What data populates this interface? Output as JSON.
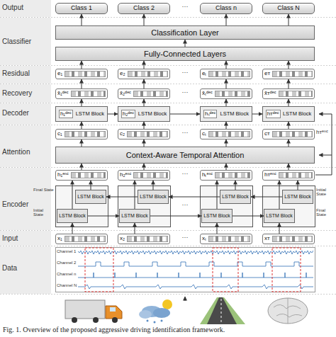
{
  "diagram": {
    "caption": "Fig. 1. Overview of the proposed aggressive driving identification framework.",
    "nodes": [
      {
        "text": [
          "Class 1"
        ]
      },
      {
        "text": [
          "Class 2"
        ]
      },
      {
        "text": [
          "Class n"
        ]
      },
      {
        "text": [
          "Class N"
        ]
      },
      {
        "text": [
          "Classification Layer"
        ]
      },
      {
        "text": [
          "Fully-Connected Layers"
        ]
      },
      {
        "text": [
          "e₁"
        ]
      },
      {
        "text": [
          "e₂"
        ]
      },
      {
        "text": [
          "eₜ"
        ]
      },
      {
        "text": [
          "eᴛ"
        ]
      },
      {
        "text": [
          "x̂₁ᵈᵉᶜ"
        ]
      },
      {
        "text": [
          "x̂₂ᵈᵉᶜ"
        ]
      },
      {
        "text": [
          "x̂ₜᵈᵉᶜ"
        ]
      },
      {
        "text": [
          "x̂ᴛᵈᵉᶜ"
        ]
      },
      {
        "text": [
          "h₁ᵈᵉᶜ",
          "LSTM Block"
        ]
      },
      {
        "text": [
          "h₂ᵈᵉᶜ",
          "LSTM Block"
        ]
      },
      {
        "text": [
          "hₜᵈᵉᶜ",
          "LSTM Block"
        ]
      },
      {
        "text": [
          "hᴛᵈᵉᶜ",
          "LSTM Block"
        ]
      },
      {
        "text": [
          "c₁"
        ]
      },
      {
        "text": [
          "c₂"
        ]
      },
      {
        "text": [
          "cₜ"
        ]
      },
      {
        "text": [
          "cᴛ"
        ]
      },
      {
        "text": [
          "Context-Aware Temporal Attention"
        ]
      },
      {
        "text": [
          "h₁ᵉⁿᶜ"
        ]
      },
      {
        "text": [
          "h₂ᵉⁿᶜ"
        ]
      },
      {
        "text": [
          "hₜᵉⁿᶜ"
        ]
      },
      {
        "text": [
          "hᴛᵉⁿᶜ"
        ]
      },
      {
        "text": [
          "LSTM Block"
        ]
      },
      {
        "text": [
          "LSTM Block"
        ]
      },
      {
        "text": [
          "LSTM Block"
        ]
      },
      {
        "text": [
          "LSTM Block"
        ]
      },
      {
        "text": [
          "LSTM Block"
        ]
      },
      {
        "text": [
          "LSTM Block"
        ]
      },
      {
        "text": [
          "LSTM Block"
        ]
      },
      {
        "text": [
          "LSTM Block"
        ]
      },
      {
        "text": [
          "x₁"
        ]
      },
      {
        "text": [
          "x₂"
        ]
      },
      {
        "text": [
          "xₜ"
        ]
      },
      {
        "text": [
          "xᴛ"
        ]
      }
    ],
    "edges": [
      {
        "from": 4,
        "to": 0,
        "arrow": "to"
      },
      {
        "from": 4,
        "to": 1,
        "arrow": "to"
      },
      {
        "from": 4,
        "to": 2,
        "arrow": "to"
      },
      {
        "from": 4,
        "to": 3,
        "arrow": "to"
      },
      {
        "from": 5,
        "to": 4,
        "arrow": "to"
      },
      {
        "from": 6,
        "to": 5,
        "arrow": "to"
      },
      {
        "from": 7,
        "to": 5,
        "arrow": "to"
      },
      {
        "from": 8,
        "to": 5,
        "arrow": "to"
      },
      {
        "from": 9,
        "to": 5,
        "arrow": "to"
      },
      {
        "from": 10,
        "to": 6,
        "arrow": "to"
      },
      {
        "from": 11,
        "to": 7,
        "arrow": "to"
      },
      {
        "from": 12,
        "to": 8,
        "arrow": "to"
      },
      {
        "from": 13,
        "to": 9,
        "arrow": "to"
      },
      {
        "from": 14,
        "to": 10,
        "arrow": "to"
      },
      {
        "from": 15,
        "to": 11,
        "arrow": "to"
      },
      {
        "from": 16,
        "to": 12,
        "arrow": "to"
      },
      {
        "from": 17,
        "to": 13,
        "arrow": "to"
      },
      {
        "from": 14,
        "to": 15,
        "arrow": "to"
      },
      {
        "from": 15,
        "to": 16,
        "arrow": "to"
      },
      {
        "from": 16,
        "to": 17,
        "arrow": "to"
      },
      {
        "from": 18,
        "to": 14,
        "arrow": "to"
      },
      {
        "from": 19,
        "to": 15,
        "arrow": "to"
      },
      {
        "from": 20,
        "to": 16,
        "arrow": "to"
      },
      {
        "from": 21,
        "to": 17,
        "arrow": "to"
      },
      {
        "from": 22,
        "to": 18,
        "arrow": "to"
      },
      {
        "from": 22,
        "to": 19,
        "arrow": "to"
      },
      {
        "from": 22,
        "to": 20,
        "arrow": "to"
      },
      {
        "from": 22,
        "to": 21,
        "arrow": "to"
      },
      {
        "from": 23,
        "to": 22,
        "arrow": "to"
      },
      {
        "from": 24,
        "to": 22,
        "arrow": "to"
      },
      {
        "from": 25,
        "to": 22,
        "arrow": "to"
      },
      {
        "from": 26,
        "to": 22,
        "arrow": "to"
      },
      {
        "from": 27,
        "to": 23,
        "arrow": "to"
      },
      {
        "from": 28,
        "to": 24,
        "arrow": "to"
      },
      {
        "from": 29,
        "to": 25,
        "arrow": "to"
      },
      {
        "from": 30,
        "to": 26,
        "arrow": "to"
      },
      {
        "from": 31,
        "to": 23,
        "arrow": "to"
      },
      {
        "from": 32,
        "to": 24,
        "arrow": "to"
      },
      {
        "from": 33,
        "to": 25,
        "arrow": "to"
      },
      {
        "from": 34,
        "to": 26,
        "arrow": "to"
      },
      {
        "from": 31,
        "to": 32,
        "arrow": "to"
      },
      {
        "from": 32,
        "to": 33,
        "arrow": "to"
      },
      {
        "from": 33,
        "to": 34,
        "arrow": "to"
      },
      {
        "from": 30,
        "to": 29,
        "arrow": "to"
      },
      {
        "from": 29,
        "to": 28,
        "arrow": "to"
      },
      {
        "from": 28,
        "to": 27,
        "arrow": "to"
      },
      {
        "from": 35,
        "to": 31,
        "arrow": "to"
      },
      {
        "from": 36,
        "to": 32,
        "arrow": "to"
      },
      {
        "from": 37,
        "to": 33,
        "arrow": "to"
      },
      {
        "from": 38,
        "to": 34,
        "arrow": "to"
      }
    ],
    "labels": [
      "Output",
      "Classifier",
      "Residual",
      "Recovery",
      "Decoder",
      "Attention",
      "Encoder",
      "Input",
      "Data",
      "···",
      "···",
      "···",
      "···",
      "···",
      "···",
      "···",
      "hᴛᵉⁿᶜ",
      "Final State",
      "Initial State",
      "Initial State",
      "Final State",
      "Channel 1",
      "Channel 2",
      "Channel n",
      "Channel N"
    ]
  }
}
